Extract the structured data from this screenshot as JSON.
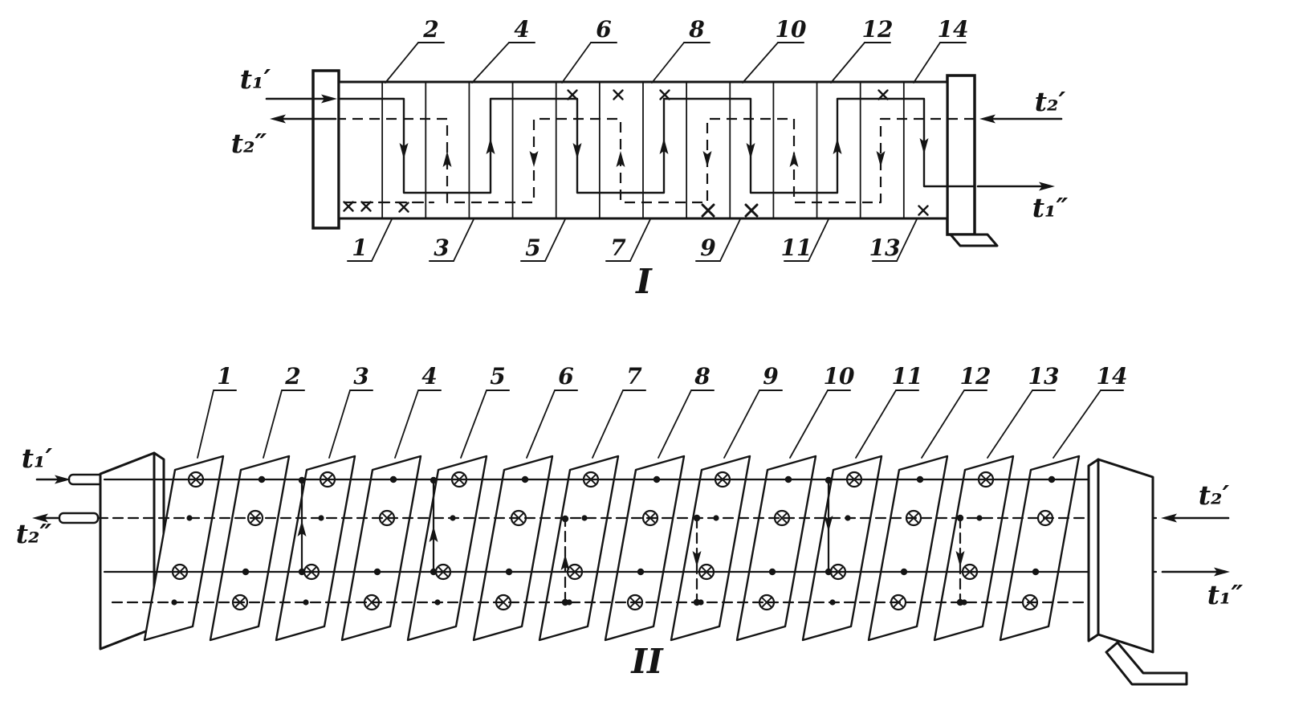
{
  "figure": {
    "kind": "plate-heat-exchanger-flow-scheme",
    "description": "Two views of a multi-pass plate heat exchanger: I - assembled pack with serpentine flow paths, II - exploded plate stack"
  },
  "view_I": {
    "caption": "I",
    "top_plate_numbers": [
      "2",
      "4",
      "6",
      "8",
      "10",
      "12",
      "14"
    ],
    "bottom_plate_numbers": [
      "1",
      "3",
      "5",
      "7",
      "9",
      "11",
      "13"
    ],
    "flows": {
      "hot_in": "t₁′",
      "cold_out": "t₂″",
      "cold_in": "t₂′",
      "hot_out": "t₁″"
    }
  },
  "view_II": {
    "caption": "II",
    "plate_numbers": [
      "1",
      "2",
      "3",
      "4",
      "5",
      "6",
      "7",
      "8",
      "9",
      "10",
      "11",
      "12",
      "13",
      "14"
    ],
    "flows": {
      "hot_in": "t₁′",
      "cold_out": "t₂″",
      "cold_in": "t₂′",
      "hot_out": "t₁″"
    }
  },
  "colors": {
    "ink": "#141414",
    "paper": "#ffffff"
  }
}
